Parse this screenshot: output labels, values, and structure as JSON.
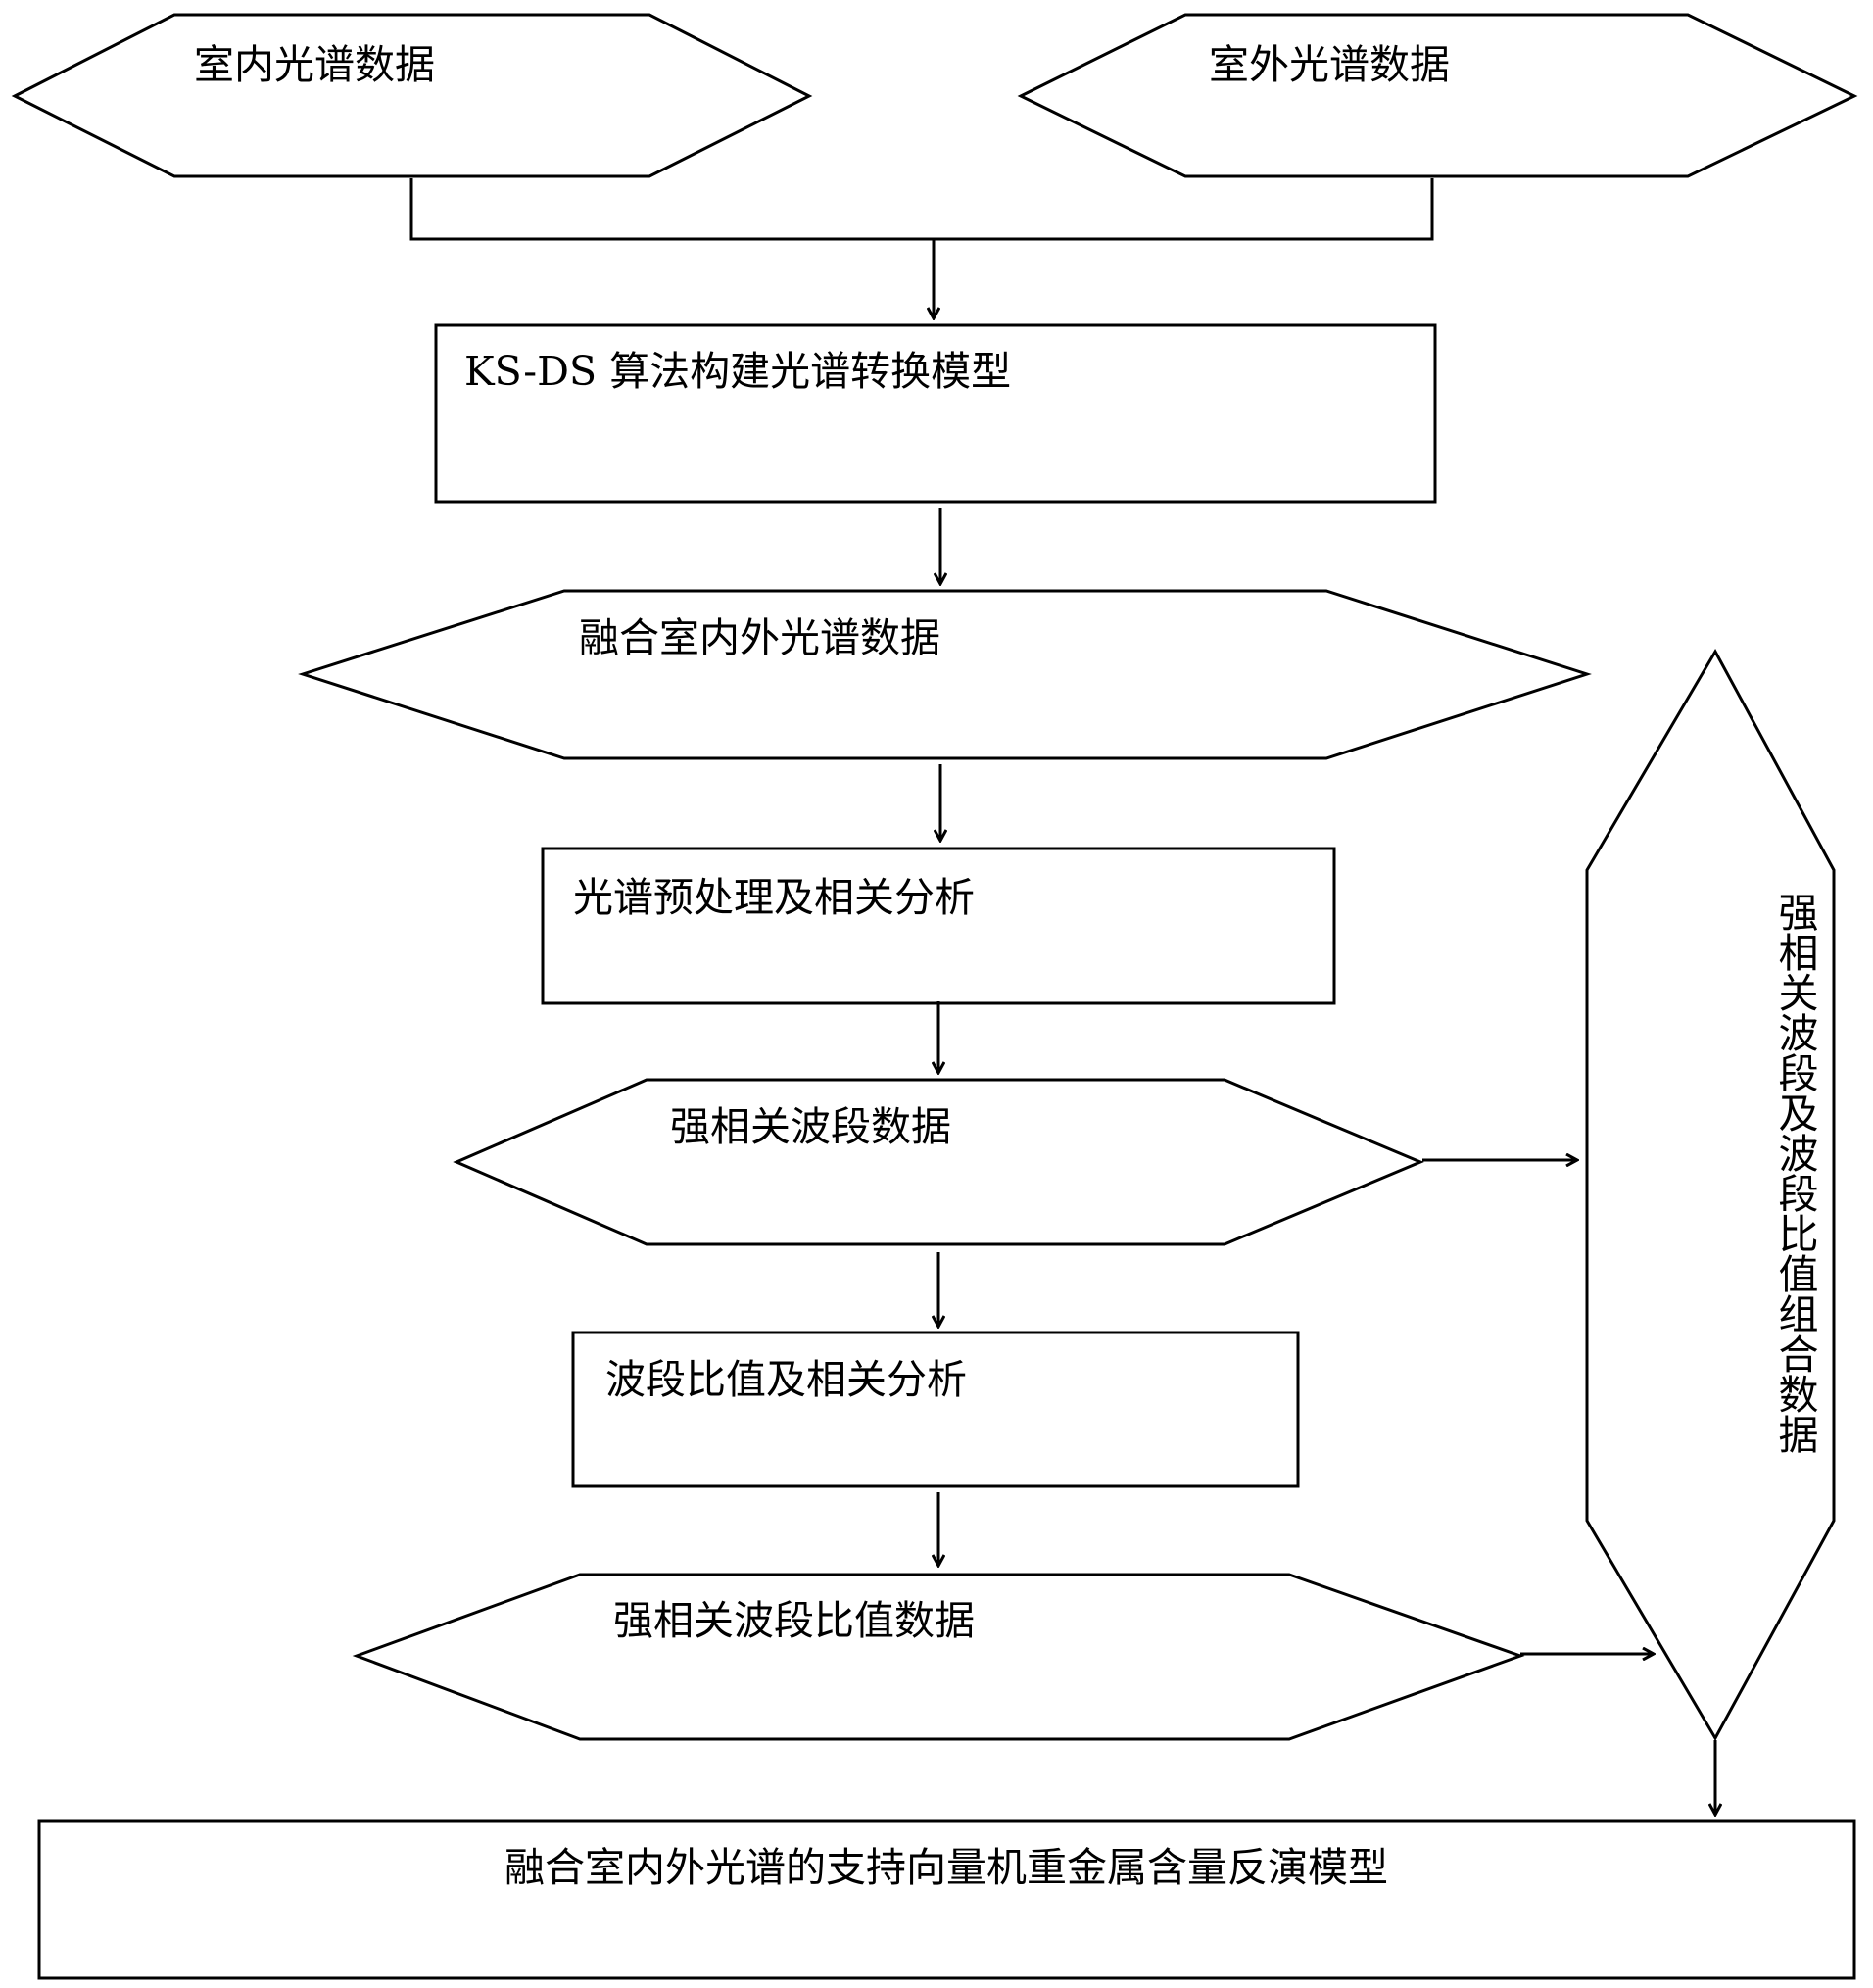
{
  "nodes": {
    "indoor": "室内光谱数据",
    "outdoor": "室外光谱数据",
    "ksds": "KS-DS 算法构建光谱转换模型",
    "fused": "融合室内外光谱数据",
    "preprocess": "光谱预处理及相关分析",
    "strong_bands": "强相关波段数据",
    "ratio_analysis": "波段比值及相关分析",
    "strong_ratio": "强相关波段比值数据",
    "combined": "强相关波段及波段比值组合数据",
    "final_model": "融合室内外光谱的支持向量机重金属含量反演模型"
  }
}
